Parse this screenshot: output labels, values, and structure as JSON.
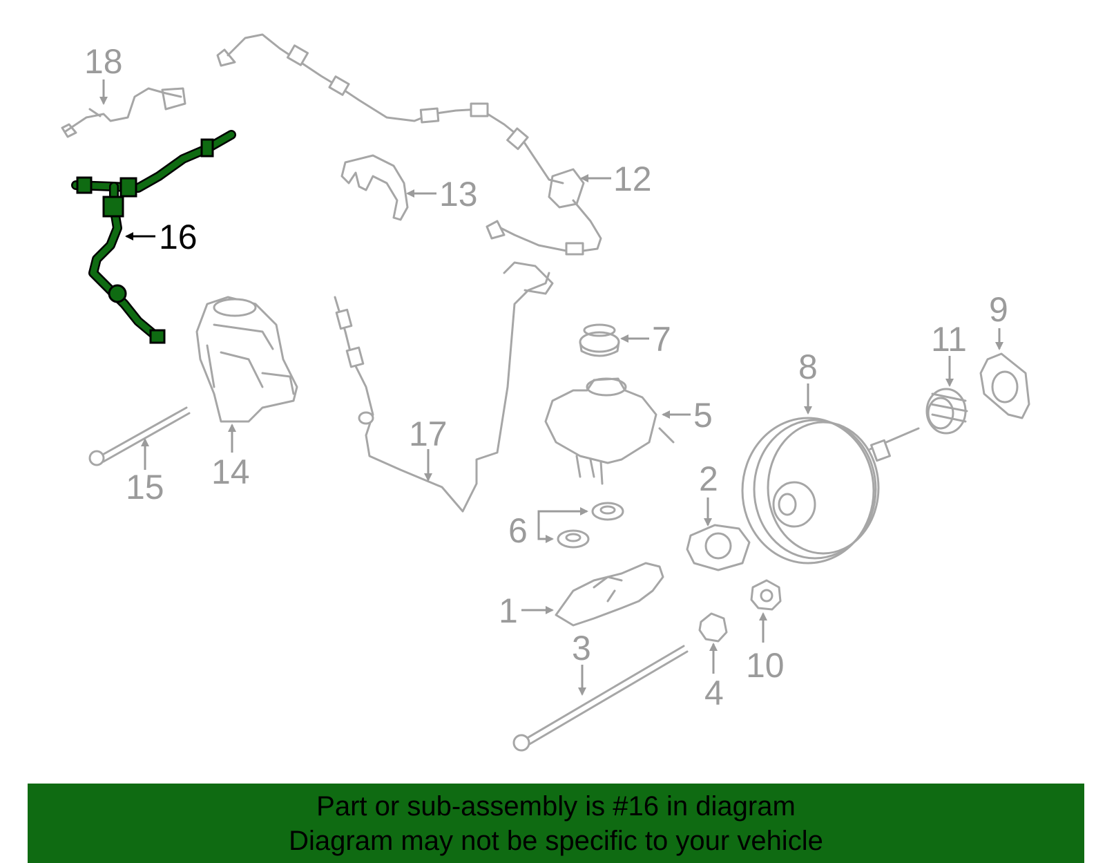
{
  "highlight_color": "#0f6b12",
  "banner": {
    "line1": "Part or sub-assembly is #16 in diagram",
    "line2": "Diagram may not be specific to your vehicle",
    "background": "#0f6b12"
  },
  "callouts": {
    "c1": "1",
    "c2": "2",
    "c3": "3",
    "c4": "4",
    "c5": "5",
    "c6": "6",
    "c7": "7",
    "c8": "8",
    "c9": "9",
    "c10": "10",
    "c11": "11",
    "c12": "12",
    "c13": "13",
    "c14": "14",
    "c15": "15",
    "c16": "16",
    "c17": "17",
    "c18": "18"
  }
}
